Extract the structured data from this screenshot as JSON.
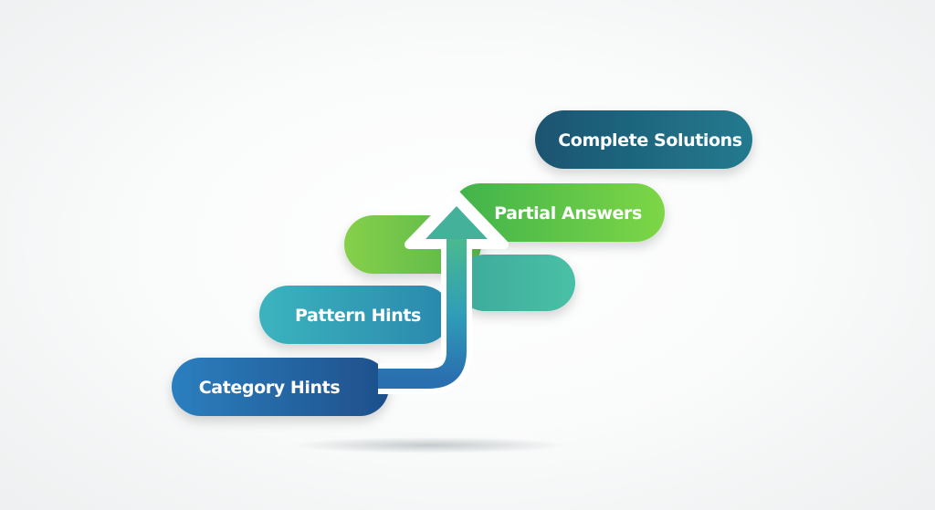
{
  "steps": [
    {
      "label": "Category Hints"
    },
    {
      "label": "Pattern Hints"
    },
    {
      "label": "Partial Answers"
    },
    {
      "label": "Complete Solutions"
    }
  ],
  "colors": {
    "category_hints": "#2a78b5",
    "pattern_hints": "#38a9b9",
    "green_step": "#78cc48",
    "partial_answers": "#52b844",
    "teal_step": "#3fb29f",
    "complete_solutions": "#1d5e76",
    "arrow": "#2e9bb6",
    "arrow_outline": "#ffffff"
  }
}
